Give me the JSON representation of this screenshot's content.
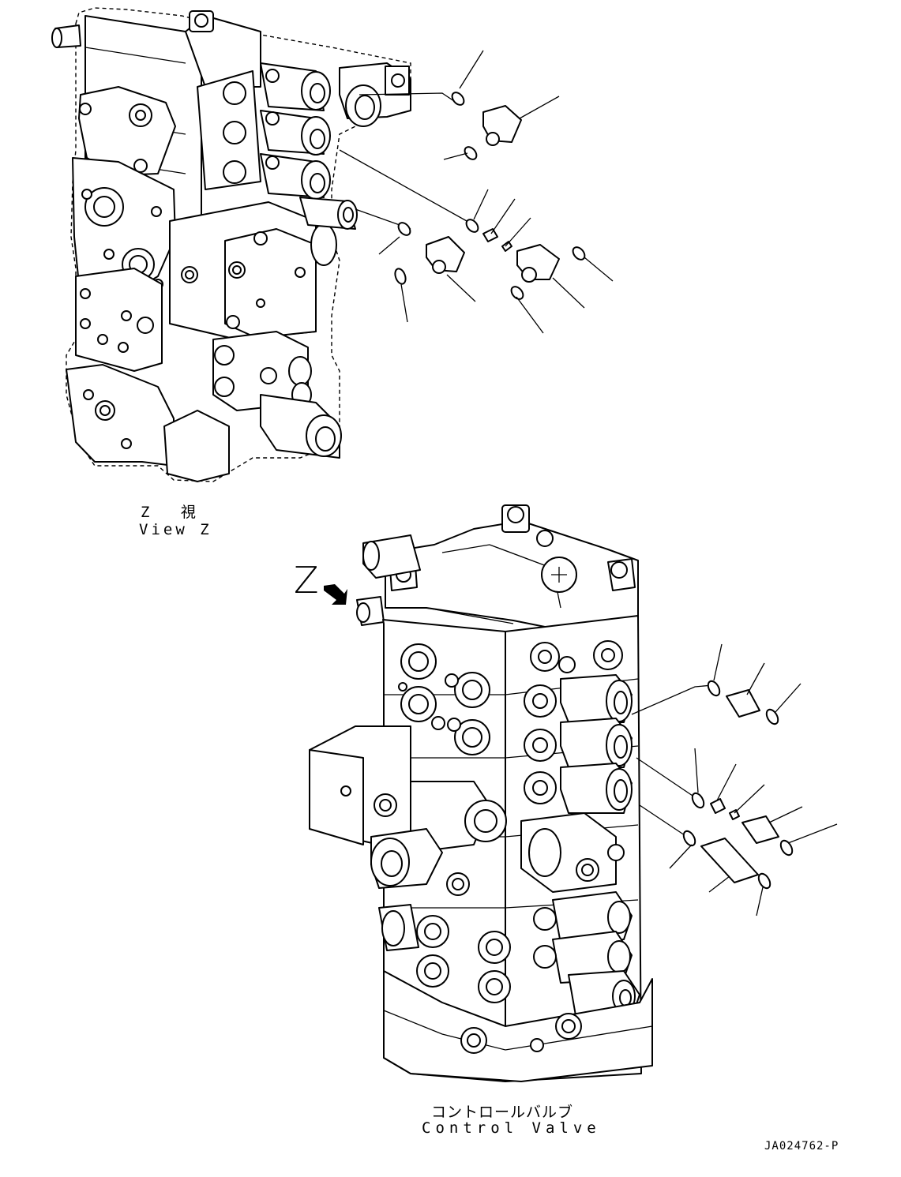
{
  "view_z": {
    "label_jp": "Z 視",
    "label_en": "View Z"
  },
  "view_marker": "Z",
  "main_view": {
    "label_jp": "コントロールバルブ",
    "label_en": "Control Valve"
  },
  "drawing_number": "JA024762-P",
  "colors": {
    "line": "#000000",
    "background": "#ffffff"
  },
  "icons": [
    "arrow-pointer-icon"
  ]
}
